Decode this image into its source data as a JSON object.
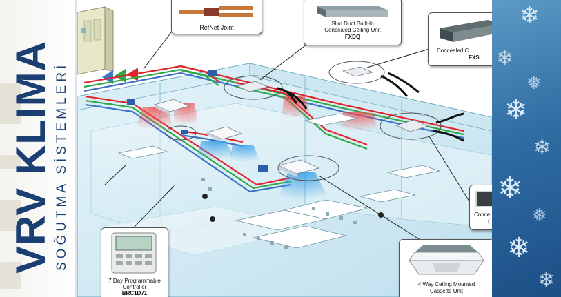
{
  "title": {
    "main": "VRV KLIMA",
    "sub": "SOĞUTMA SİSTEMLERİ"
  },
  "callouts": {
    "refnet": {
      "label": "RefNet Joint"
    },
    "slim_duct": {
      "line1": "Slim Duct Built-In",
      "line2": "Concealed Ceiling Unit",
      "line3": "FXDQ"
    },
    "concealed": {
      "line1": "Concealed C",
      "line2": "FXS"
    },
    "controller_right": {
      "line1": "Conce",
      "line2": "(",
      "line3": "("
    },
    "controller": {
      "line1": "7 Day Programmable",
      "line2": "Controller",
      "line3": "BRC1D71"
    },
    "cassette": {
      "line1": "4 Way Ceiling Mounted",
      "line2": "Cassette Unit"
    }
  },
  "colors": {
    "title": "#1c3f73",
    "panel": "#2f6da3",
    "pipe_red": "#e0262b",
    "pipe_green": "#2fa845",
    "pipe_blue": "#3c73c7",
    "floor": "#cfe9f3"
  },
  "icons": [
    "outdoor-unit-icon",
    "snowflake-icon",
    "refnet-joint-icon",
    "duct-unit-icon",
    "cassette-unit-icon",
    "controller-icon"
  ]
}
